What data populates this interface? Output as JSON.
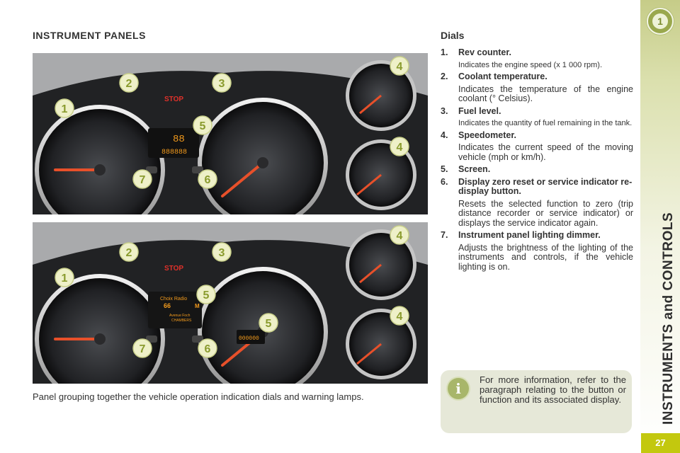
{
  "page": {
    "section_title": "INSTRUMENT PANELS",
    "dials_heading": "Dials",
    "caption": "Panel grouping together the vehicle operation indication dials and warning lamps.",
    "page_number": "27",
    "chapter_number": "1",
    "side_title": "INSTRUMENTS and CONTROLS"
  },
  "panel1": {
    "callouts": [
      "1",
      "2",
      "3",
      "4",
      "4",
      "5",
      "6",
      "7"
    ],
    "warning_text": "STOP",
    "odometer_text": "888888",
    "display_text": "88"
  },
  "panel2": {
    "callouts": [
      "1",
      "2",
      "3",
      "4",
      "4",
      "5",
      "5",
      "6",
      "7"
    ],
    "warning_text": "STOP",
    "screen_line1": "Choix Radio",
    "screen_line2": "Avenue Foch",
    "screen_line3": "CHAMBERS",
    "screen_value": "66",
    "screen_mode": "M",
    "odometer_text": "000000"
  },
  "dials": [
    {
      "number": "1.",
      "title": "Rev counter.",
      "description": "Indicates the engine speed (x 1 000 rpm).",
      "small": true
    },
    {
      "number": "2.",
      "title": "Coolant temperature.",
      "description": "Indicates the temperature of the engine coolant (° Celsius).",
      "small": false
    },
    {
      "number": "3.",
      "title": "Fuel level.",
      "description": "Indicates the quantity of fuel remaining in the tank.",
      "small": true
    },
    {
      "number": "4.",
      "title": "Speedometer.",
      "description": "Indicates the current speed of the moving vehicle (mph or km/h).",
      "small": false
    },
    {
      "number": "5.",
      "title": "Screen.",
      "description": "",
      "small": false
    },
    {
      "number": "6.",
      "title": "Display zero reset or service indicator re-display button.",
      "description": "Resets the selected function to zero (trip distance recorder or service indicator) or displays the service indicator again.",
      "small": false
    },
    {
      "number": "7.",
      "title": "Instrument panel lighting dimmer.",
      "description": "Adjusts the brightness of the lighting of the instruments and controls, if the vehicle lighting is on.",
      "small": false
    }
  ],
  "info": {
    "icon": "info-icon",
    "text": "For more information, refer to the paragraph relating to the button or function and its associated display."
  },
  "colors": {
    "panel_bg": "#a9aaac",
    "callout_fill": "#eef0c8",
    "callout_text": "#8a9b2e",
    "sidebar_accent": "#9aa84d",
    "page_number_bg": "#c3c80e",
    "warning_red": "#e0312a",
    "display_amber": "#f29a1c"
  }
}
